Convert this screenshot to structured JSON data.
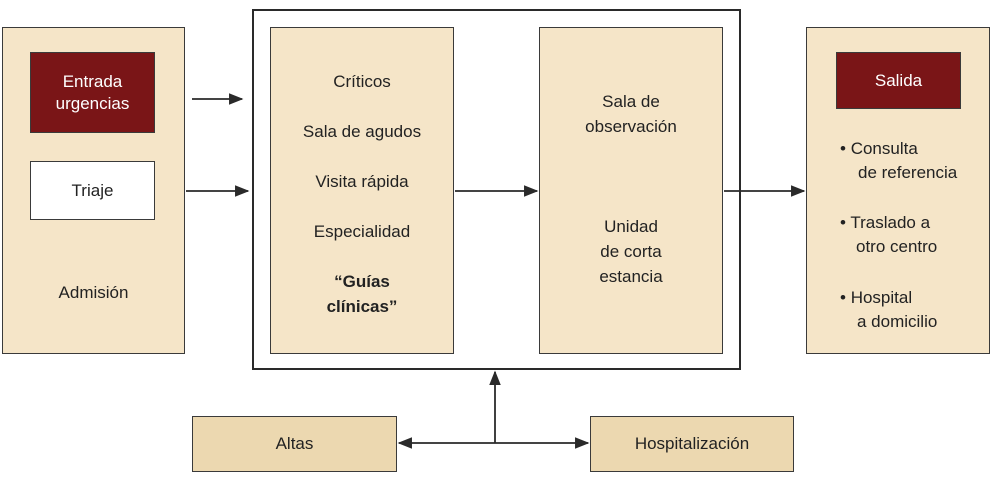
{
  "left": {
    "entrada": [
      "Entrada",
      "urgencias"
    ],
    "triaje": "Triaje",
    "admision": "Admisión"
  },
  "areas": {
    "items": [
      "Críticos",
      "Sala de agudos",
      "Visita rápida",
      "Especialidad"
    ],
    "guias": [
      "“Guías",
      "clínicas”"
    ]
  },
  "observation": {
    "sala": [
      "Sala de",
      "observación"
    ],
    "unidad": [
      "Unidad",
      "de corta",
      "estancia"
    ]
  },
  "exit": {
    "title": "Salida",
    "bullet": "•",
    "items": [
      [
        "Consulta",
        "de referencia"
      ],
      [
        "Traslado a",
        "otro centro"
      ],
      [
        "Hospital",
        "a domicilio"
      ]
    ]
  },
  "bottom": {
    "altas": "Altas",
    "hospitalizacion": "Hospitalización"
  },
  "colors": {
    "box_fill": "#f5e5c8",
    "bottom_fill": "#ecd8b0",
    "accent_red": "#7a1517",
    "line": "#2a2a2a"
  }
}
